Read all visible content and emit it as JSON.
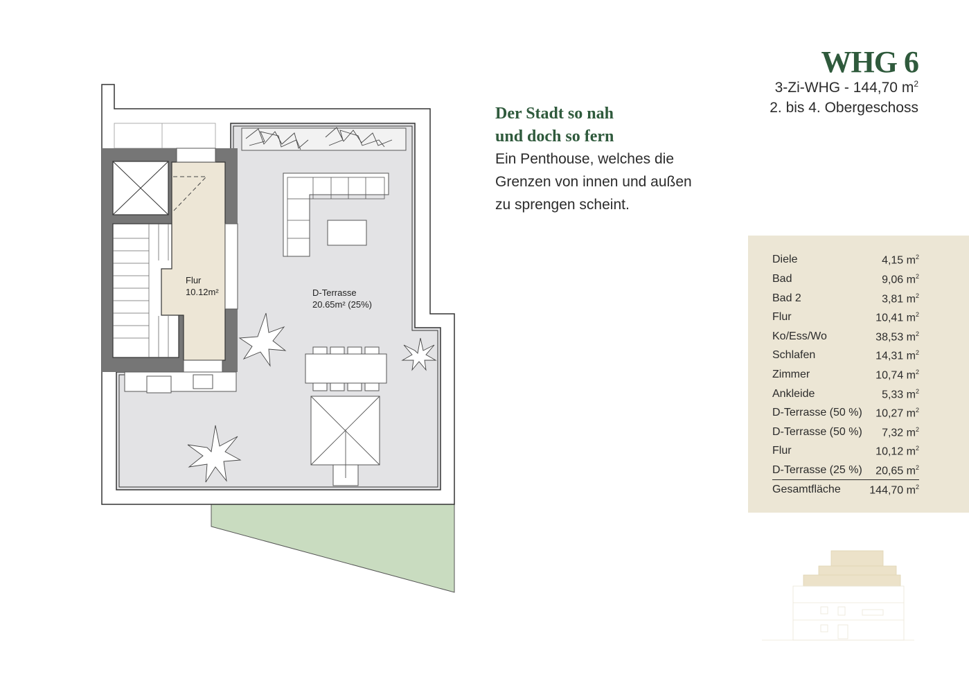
{
  "header": {
    "title": "WHG 6",
    "subtitle_prefix": "3-Zi-WHG - 144,70 m",
    "subtitle_sup": "2",
    "floors": "2. bis 4. Obergeschoss"
  },
  "intro": {
    "headline_line1": "Der Stadt so nah",
    "headline_line2": "und doch so fern",
    "body_line1": "Ein Penthouse, welches die",
    "body_line2": "Grenzen von innen und außen",
    "body_line3": "zu sprengen scheint."
  },
  "plan": {
    "flur_label": "Flur",
    "flur_area": "10.12m²",
    "terrace_label": "D-Terrasse",
    "terrace_area": "20.65m² (25%)"
  },
  "area_table": {
    "unit_sup": "2",
    "rows": [
      {
        "name": "Diele",
        "value": "4,15 m"
      },
      {
        "name": "Bad",
        "value": "9,06 m"
      },
      {
        "name": "Bad 2",
        "value": "3,81 m"
      },
      {
        "name": "Flur",
        "value": "10,41 m"
      },
      {
        "name": "Ko/Ess/Wo",
        "value": "38,53 m"
      },
      {
        "name": "Schlafen",
        "value": "14,31 m"
      },
      {
        "name": "Zimmer",
        "value": "10,74 m"
      },
      {
        "name": "Ankleide",
        "value": "5,33 m"
      },
      {
        "name": "D-Terrasse (50 %)",
        "value": "10,27 m"
      },
      {
        "name": "D-Terrasse (50 %)",
        "value": "7,32 m"
      },
      {
        "name": "Flur",
        "value": "10,12 m"
      },
      {
        "name": "D-Terrasse (25 %)",
        "value": "20,65 m"
      }
    ],
    "total": {
      "name": "Gesamtfläche",
      "value": "144,70 m"
    }
  },
  "colors": {
    "brand_green": "#2f5a3c",
    "table_bg": "#ece6d5",
    "flur_fill": "#ede6d6",
    "terrace_fill": "#e3e3e5",
    "garden_fill": "#c9dcc0",
    "wall_fill": "#767676"
  }
}
